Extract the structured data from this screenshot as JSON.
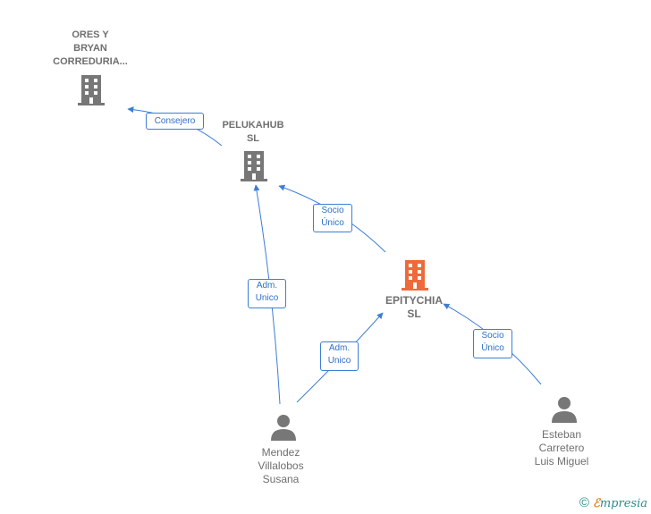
{
  "nodes": {
    "ores": {
      "label": "ORES Y\nBRYAN\nCORREDURIA...",
      "icon": "building-icon",
      "color": "#777777"
    },
    "pelukahub": {
      "label": "PELUKAHUB\nSL",
      "icon": "building-icon",
      "color": "#777777"
    },
    "epitychia": {
      "label": "EPITYCHIA\nSL",
      "icon": "building-icon",
      "color": "#ee6a3a"
    },
    "mendez": {
      "label": "Mendez\nVillalobos\nSusana",
      "icon": "person-icon",
      "color": "#777777"
    },
    "esteban": {
      "label": "Esteban\nCarretero\nLuis Miguel",
      "icon": "person-icon",
      "color": "#777777"
    }
  },
  "edges": {
    "consejero": {
      "label": "Consejero"
    },
    "socio_pelukahub": {
      "label": "Socio\nÚnico"
    },
    "adm_pelukahub": {
      "label": "Adm.\nUnico"
    },
    "adm_epitychia": {
      "label": "Adm.\nUnico"
    },
    "socio_epitychia": {
      "label": "Socio\nÚnico"
    }
  },
  "colors": {
    "edge": "#3d7ed3",
    "focus": "#ee6a3a",
    "neutral": "#777777"
  },
  "footer": {
    "copyright": "©",
    "brand_e": "ℰ",
    "brand": "mpresia"
  }
}
